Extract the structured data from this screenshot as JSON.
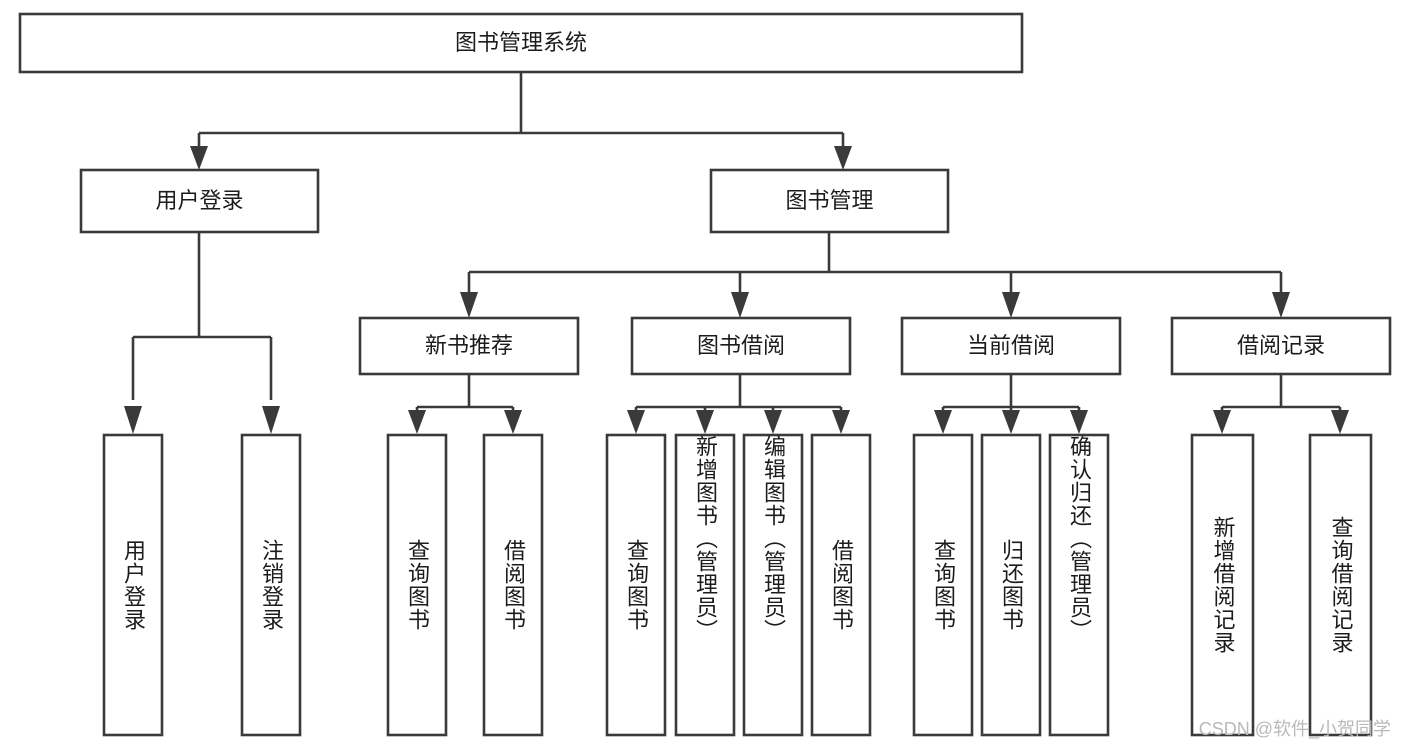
{
  "diagram": {
    "type": "tree",
    "title": "图书管理系统",
    "root": {
      "label": "图书管理系统"
    },
    "level2": [
      {
        "label": "用户登录"
      },
      {
        "label": "图书管理"
      }
    ],
    "level3": [
      {
        "label": "新书推荐"
      },
      {
        "label": "图书借阅"
      },
      {
        "label": "当前借阅"
      },
      {
        "label": "借阅记录"
      }
    ],
    "leaves": {
      "user_login": [
        {
          "label": "用户登录"
        },
        {
          "label": "注销登录"
        }
      ],
      "new_book_recommend": [
        {
          "label": "查询图书"
        },
        {
          "label": "借阅图书"
        }
      ],
      "book_borrow": [
        {
          "label": "查询图书"
        },
        {
          "label": "新增图书（管理员）"
        },
        {
          "label": "编辑图书（管理员）"
        },
        {
          "label": "借阅图书"
        }
      ],
      "current_borrow": [
        {
          "label": "查询图书"
        },
        {
          "label": "归还图书"
        },
        {
          "label": "确认归还（管理员）"
        }
      ],
      "borrow_record": [
        {
          "label": "新增借阅记录"
        },
        {
          "label": "查询借阅记录"
        }
      ]
    }
  },
  "watermark": {
    "text": "CSDN @软件_小贺同学"
  },
  "colors": {
    "stroke": "#3a3a3a",
    "text": "#1c1c1c",
    "background": "#ffffff",
    "watermark": "#b9b9b9"
  }
}
